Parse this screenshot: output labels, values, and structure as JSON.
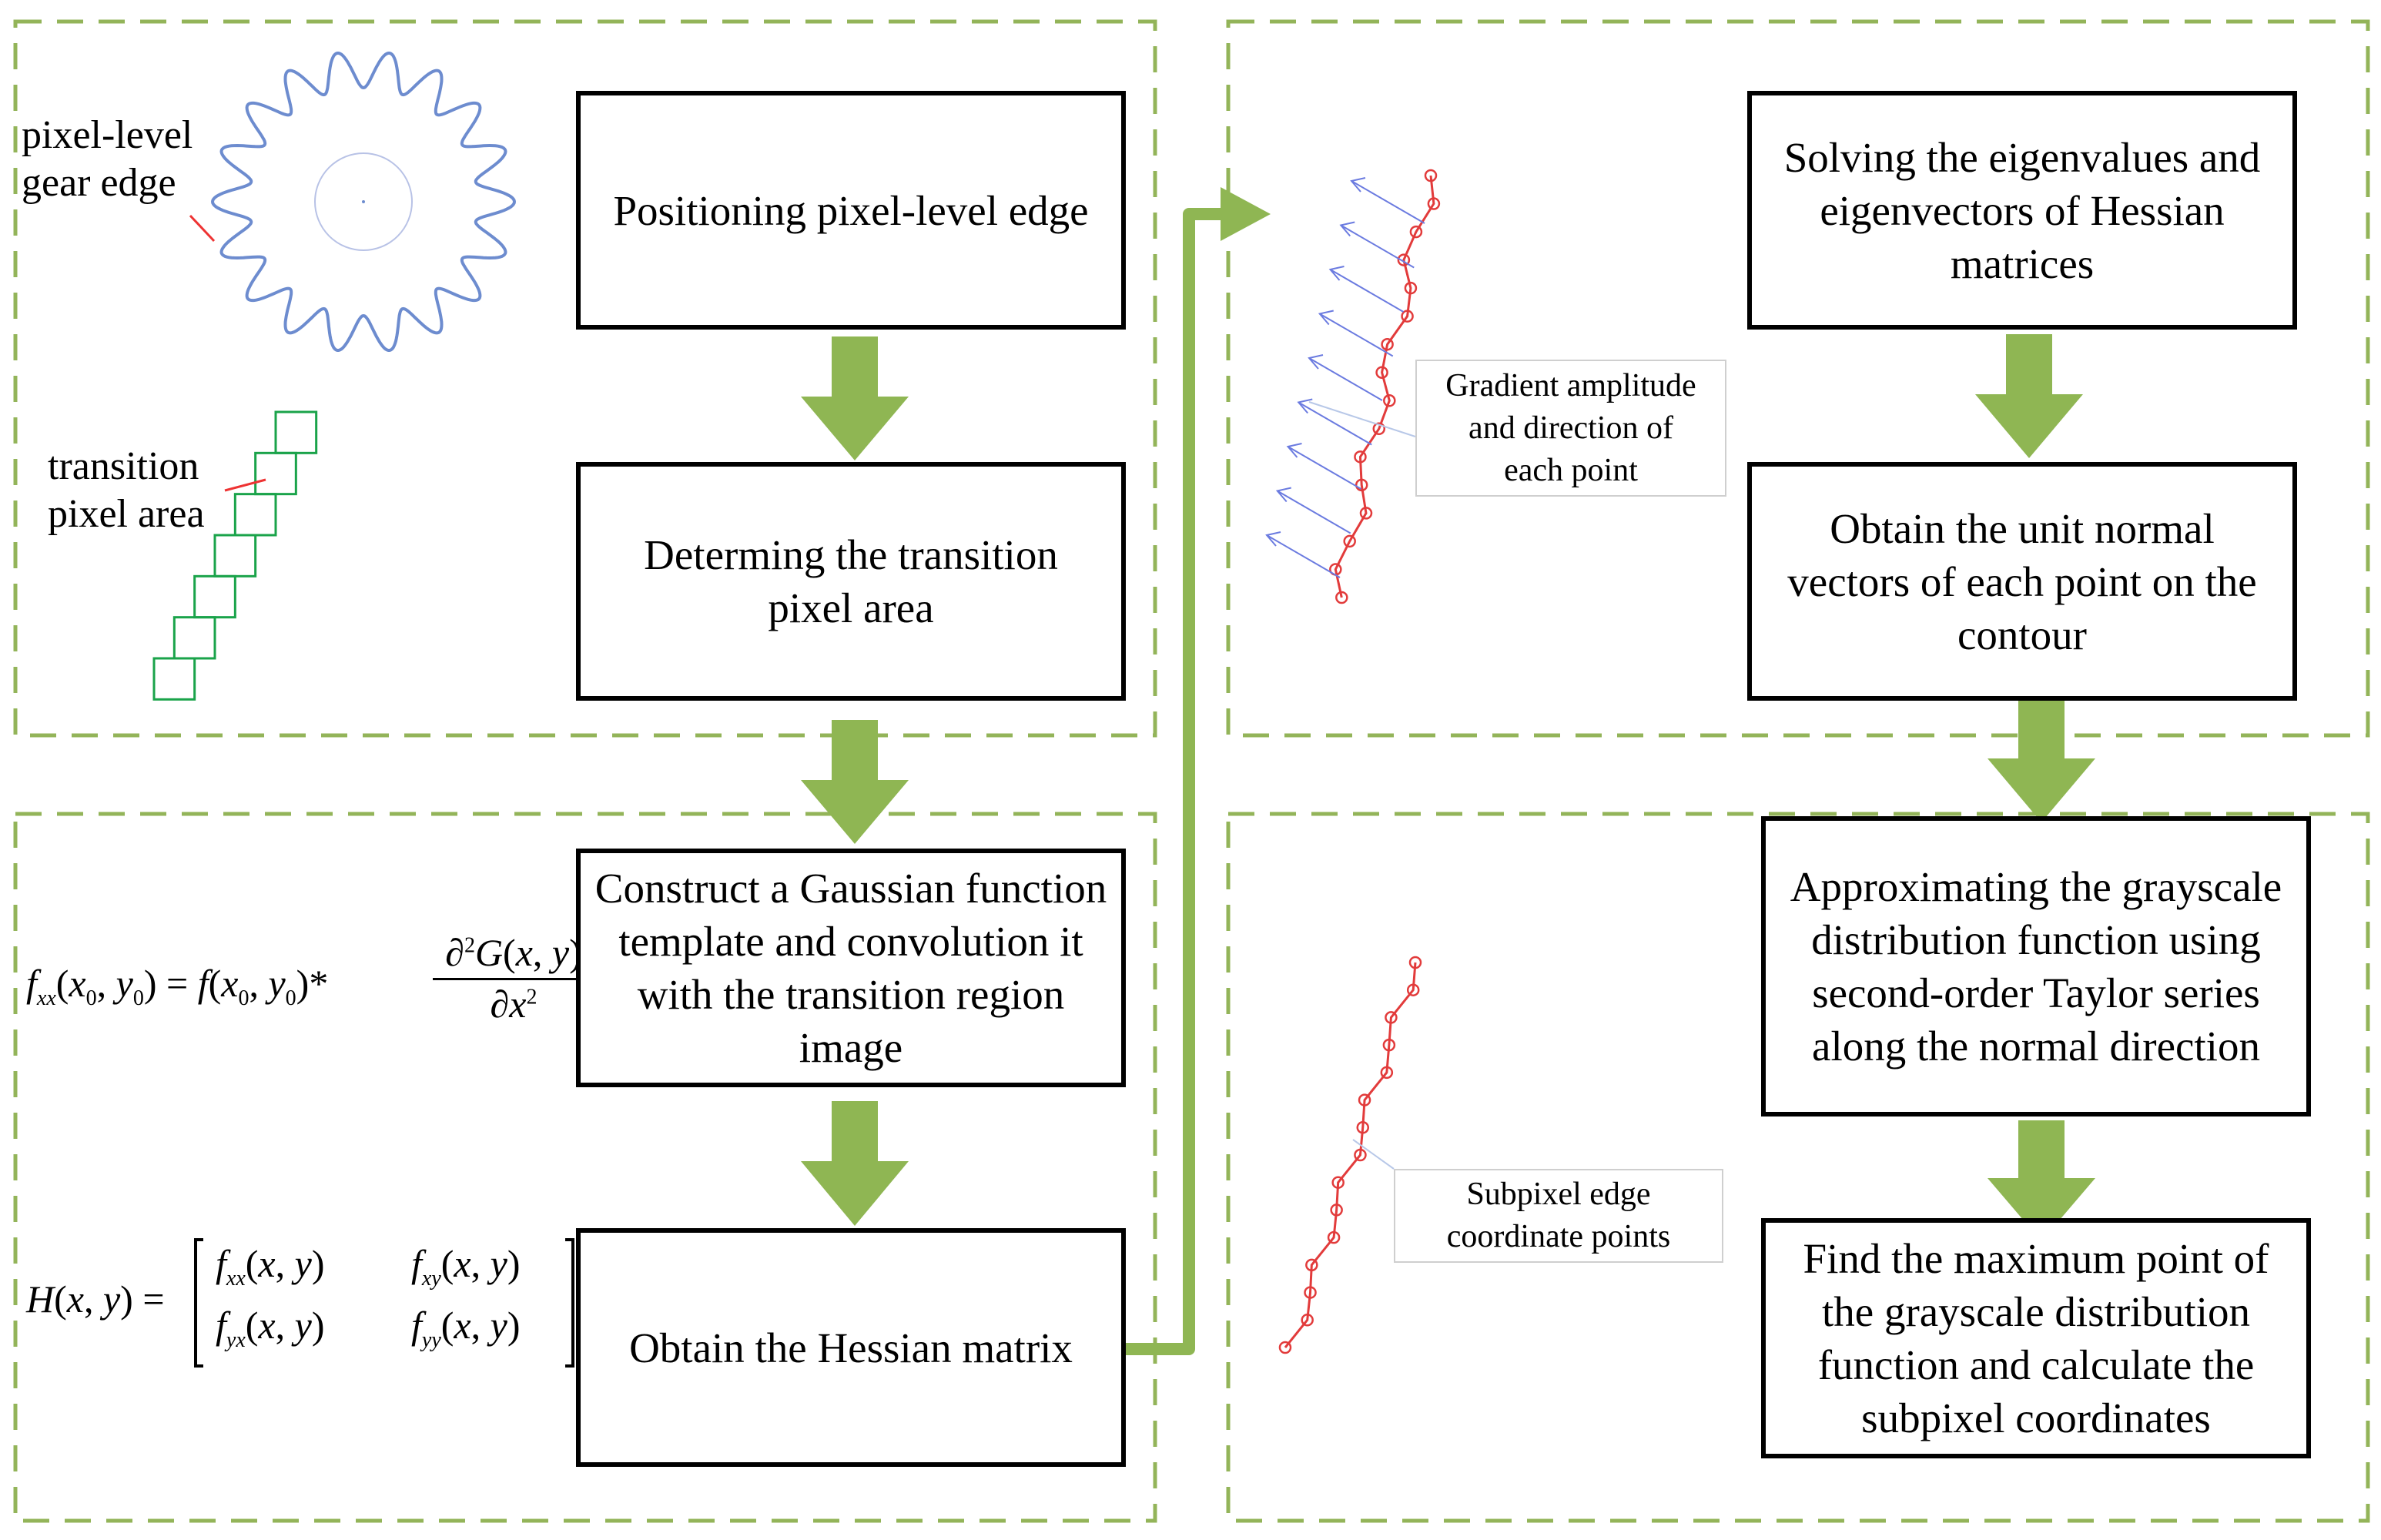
{
  "colors": {
    "dash_border": "#93b459",
    "arrow": "#8fb653",
    "box_border": "#000000",
    "edge_red": "#e23b3b",
    "vector_blue": "#6b7be0"
  },
  "steps": {
    "positioning": "Positioning pixel-level edge",
    "transition_area": "Determing the transition pixel area",
    "gaussian": "Construct a Gaussian function template and convolution it with the transition region image",
    "hessian": "Obtain the Hessian matrix",
    "eigen": "Solving the eigenvalues and eigenvectors of Hessian matrices",
    "unit_normal": "Obtain the unit normal vectors of each point on the contour",
    "taylor": "Approximating the grayscale distribution function using second-order Taylor series along the normal direction",
    "maximum": "Find the maximum point of the grayscale distribution function and calculate the subpixel coordinates"
  },
  "labels": {
    "gear_edge_line1": "pixel-level",
    "gear_edge_line2": "gear edge",
    "transition_line1": "transition",
    "transition_line2": "pixel area",
    "gradient_callout_line1": "Gradient amplitude",
    "gradient_callout_line2": "and direction of",
    "gradient_callout_line3": "each point",
    "subpixel_callout_line1": "Subpixel edge",
    "subpixel_callout_line2": "coordinate points"
  },
  "formulas": {
    "gaussian_conv": "f_xx(x0, y0) = f(x0, y0) * ∂²G(x, y) / ∂x²",
    "hessian_matrix": "H(x, y) = [ f_xx(x, y)  f_xy(x, y) ; f_yx(x, y)  f_yy(x, y) ]"
  }
}
